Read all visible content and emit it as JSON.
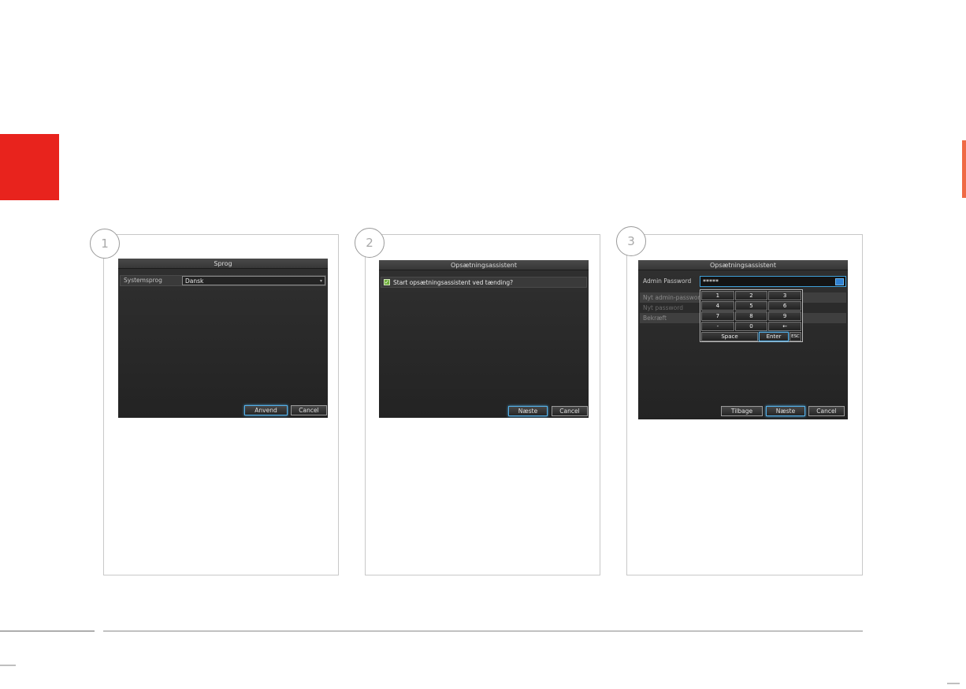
{
  "page": {
    "steps": [
      "1",
      "2",
      "3"
    ]
  },
  "icons": {
    "dropdown_arrow": "▾",
    "check": "✓"
  },
  "screens": [
    {
      "title": "Sprog",
      "row": {
        "label": "Systemsprog",
        "value": "Dansk"
      },
      "buttons": {
        "primary": "Anvend",
        "cancel": "Cancel"
      }
    },
    {
      "title": "Opsætningsassistent",
      "checkbox": {
        "checked": true,
        "label": "Start opsætningsassistent ved tænding?"
      },
      "buttons": {
        "primary": "Næste",
        "cancel": "Cancel"
      }
    },
    {
      "title": "Opsætningsassistent",
      "password_row": {
        "label": "Admin Password",
        "value": "*****",
        "icon": "keypad-toggle-icon"
      },
      "rows": [
        {
          "label": "Nyt admin-password"
        },
        {
          "label": "Nyt password"
        },
        {
          "label": "Bekræft"
        }
      ],
      "keypad": {
        "keys": [
          "1",
          "2",
          "3",
          "4",
          "5",
          "6",
          "7",
          "8",
          "9",
          "-",
          "0",
          "←"
        ],
        "space": "Space",
        "enter": "Enter",
        "esc": "ESC"
      },
      "buttons": {
        "back": "Tilbage",
        "next": "Næste",
        "cancel": "Cancel"
      }
    }
  ]
}
